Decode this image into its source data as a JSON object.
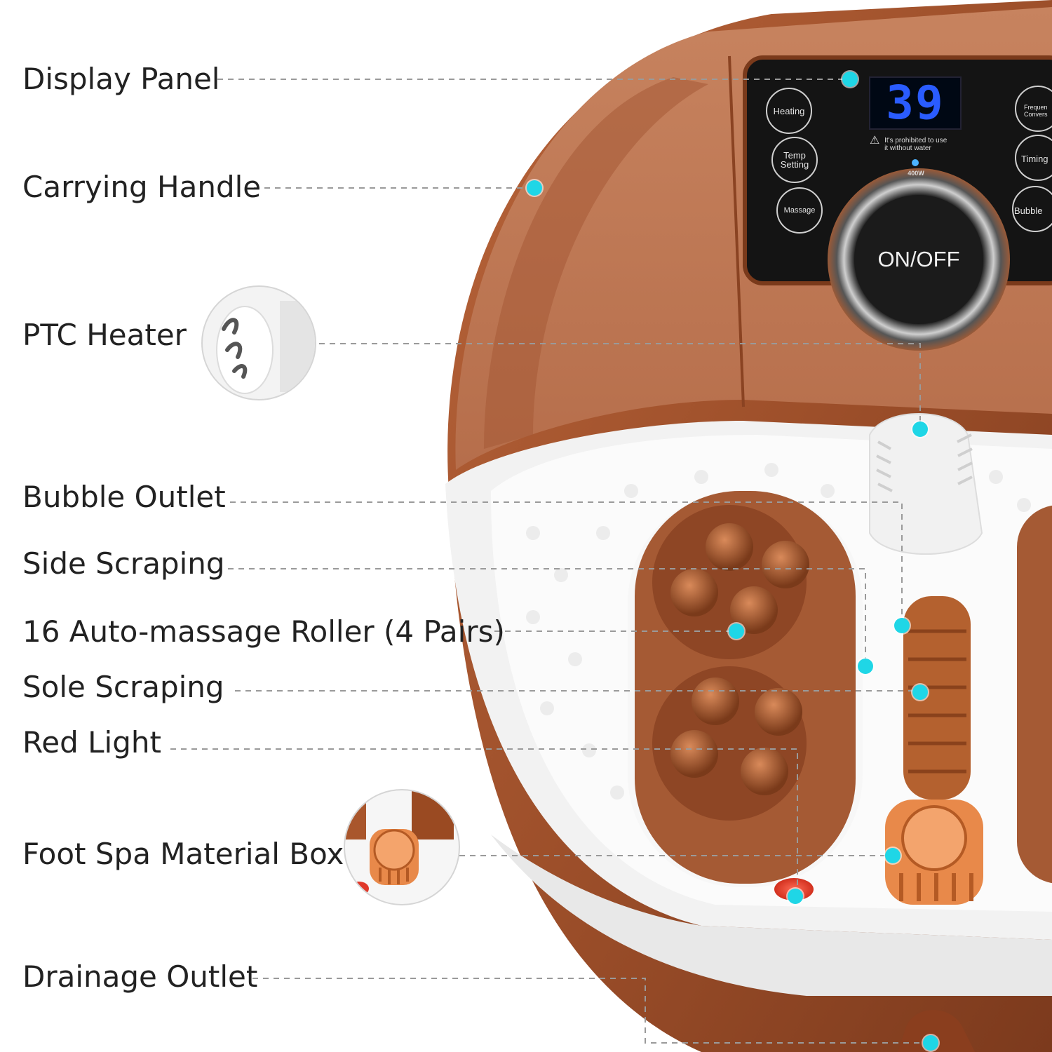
{
  "panel": {
    "display_value": "39",
    "warning_line1": "It's prohibited to use",
    "warning_line2": "it without water",
    "power_label": "400W",
    "power_button_label": "ON/OFF",
    "buttons": {
      "heating": "Heating",
      "temp_line1": "Temp",
      "temp_line2": "Setting",
      "massage": "Massage",
      "frequency_line1": "Frequen",
      "frequency_line2": "Convers",
      "timing": "Timing",
      "bubble": "Bubble"
    }
  },
  "callouts": {
    "display_panel": "Display Panel",
    "carrying_handle": "Carrying Handle",
    "ptc_heater": "PTC Heater",
    "bubble_outlet": "Bubble Outlet",
    "side_scraping": "Side Scraping",
    "auto_massage_roller": "16 Auto-massage Roller (4 Pairs)",
    "sole_scraping": "Sole Scraping",
    "red_light": "Red Light",
    "material_box": "Foot Spa Material Box",
    "drainage_outlet": "Drainage Outlet"
  },
  "colors": {
    "body_brown": "#a2532d",
    "shell_white": "#f4f4f4",
    "panel_black": "#141414",
    "display_blue": "#2a5cff",
    "callout_dot": "#1fd6e6"
  }
}
